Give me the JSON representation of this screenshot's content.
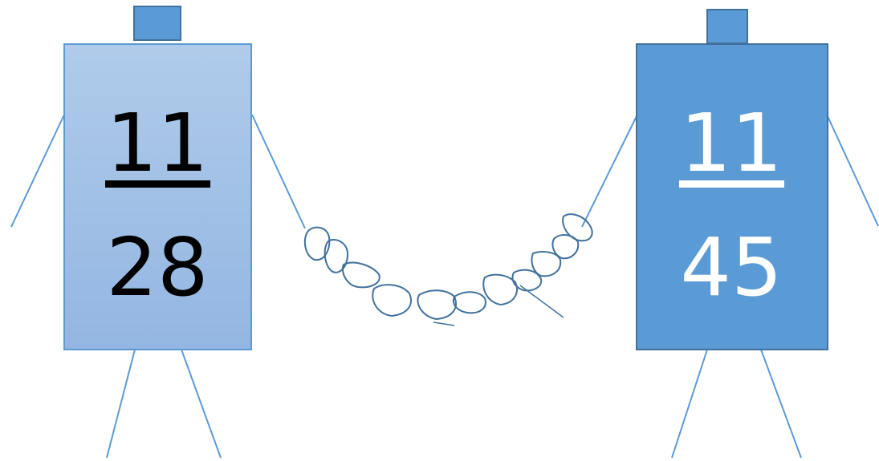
{
  "figures": [
    {
      "id": "left",
      "numerator": "11",
      "denominator": "28",
      "body_color": "#a9c6e8",
      "text_color": "#000000"
    },
    {
      "id": "right",
      "numerator": "11",
      "denominator": "45",
      "body_color": "#5b9bd5",
      "text_color": "#ffffff"
    }
  ],
  "colors": {
    "head": "#5b9bd5",
    "outline": "#41719c",
    "limb": "#5b9bd5",
    "chain": "#41719c"
  }
}
